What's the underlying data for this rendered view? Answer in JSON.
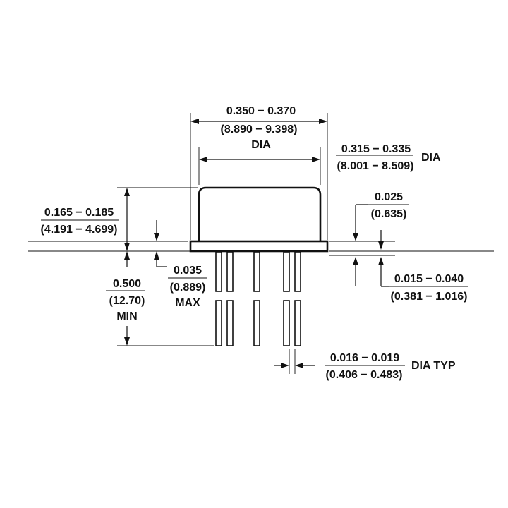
{
  "dimensions": {
    "overall_diameter": {
      "inch": "0.350 − 0.370",
      "mm": "(8.890 − 9.398)",
      "suffix": "DIA"
    },
    "cap_diameter": {
      "inch": "0.315 − 0.335",
      "mm": "(8.001 − 8.509)",
      "suffix": "DIA"
    },
    "cap_height": {
      "inch": "0.165 − 0.185",
      "mm": "(4.191 − 4.699)"
    },
    "lead_length": {
      "inch": "0.500",
      "mm": "(12.70)",
      "suffix": "MIN"
    },
    "flange_gap": {
      "inch": "0.035",
      "mm": "(0.889)",
      "suffix": "MAX"
    },
    "flange_thickness": {
      "inch": "0.025",
      "mm": "(0.635)"
    },
    "seating_plane": {
      "inch": "0.015 − 0.040",
      "mm": "(0.381 − 1.016)"
    },
    "lead_diameter": {
      "inch": "0.016 − 0.019",
      "mm": "(0.406 − 0.483)",
      "suffix": "DIA TYP"
    }
  }
}
